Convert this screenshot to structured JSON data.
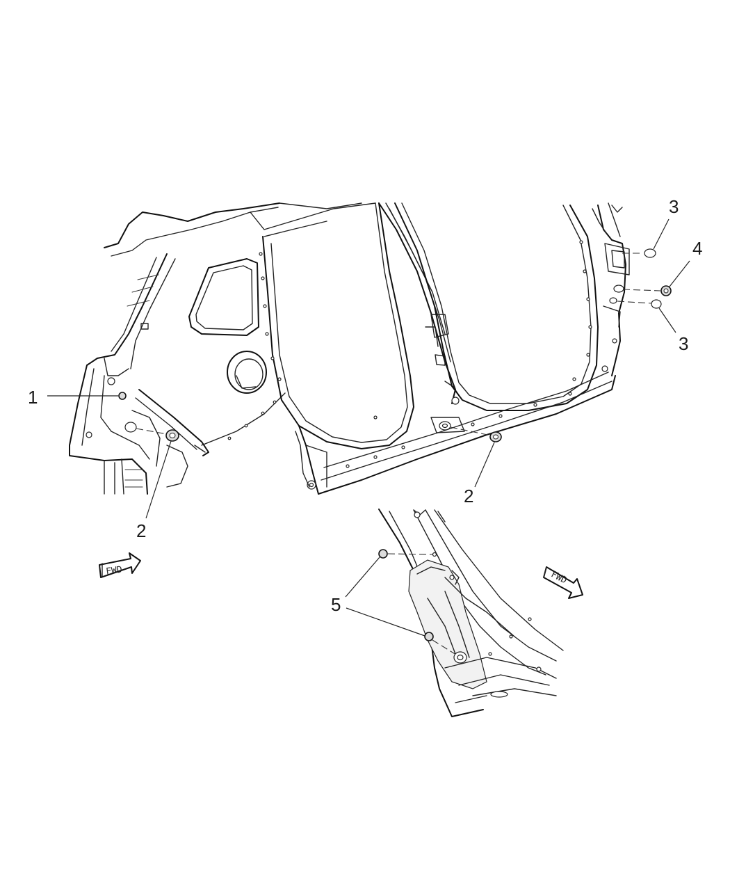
{
  "callouts": {
    "c1": "1",
    "c2a": "2",
    "c2b": "2",
    "c3a": "3",
    "c3b": "3",
    "c4": "4",
    "c5": "5"
  },
  "fwd_arrows": {
    "left": "FWD",
    "right": "FWD"
  }
}
